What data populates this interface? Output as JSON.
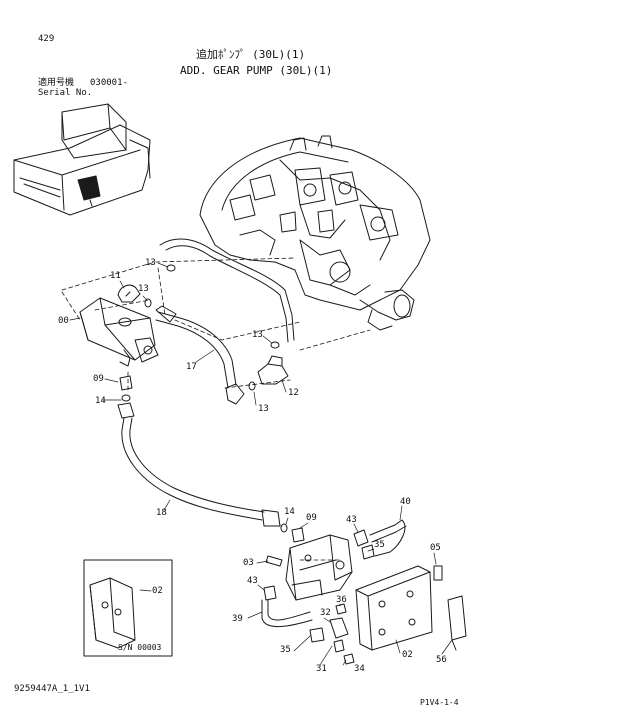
{
  "page_number": "429",
  "title_jp": "追加ﾎﾟﾝﾌﾟ (30L)(1)",
  "title_en": "ADD. GEAR PUMP (30L)(1)",
  "serial": {
    "label_jp": "適用号機",
    "label_en": "Serial No.",
    "value": "030001-"
  },
  "inset_serial": "S/N   00003",
  "doc_number": "9259447A_1_1V1",
  "page_code": "P1V4-1-4",
  "callouts": {
    "c13a": "13",
    "c11": "11",
    "c13b": "13",
    "c00": "00",
    "c17": "17",
    "c13c": "13",
    "c09a": "09",
    "c14a": "14",
    "c12": "12",
    "c13d": "13",
    "c18": "18",
    "c40": "40",
    "c14b": "14",
    "c09b": "09",
    "c43a": "43",
    "c35a": "35",
    "c05": "05",
    "c03": "03",
    "c43b": "43",
    "c02a": "02",
    "c36": "36",
    "c39": "39",
    "c32": "32",
    "c35b": "35",
    "c02b": "02",
    "c31": "31",
    "c34": "34",
    "c56": "56"
  },
  "colors": {
    "line": "#1a1a1a",
    "paper": "#ffffff"
  }
}
